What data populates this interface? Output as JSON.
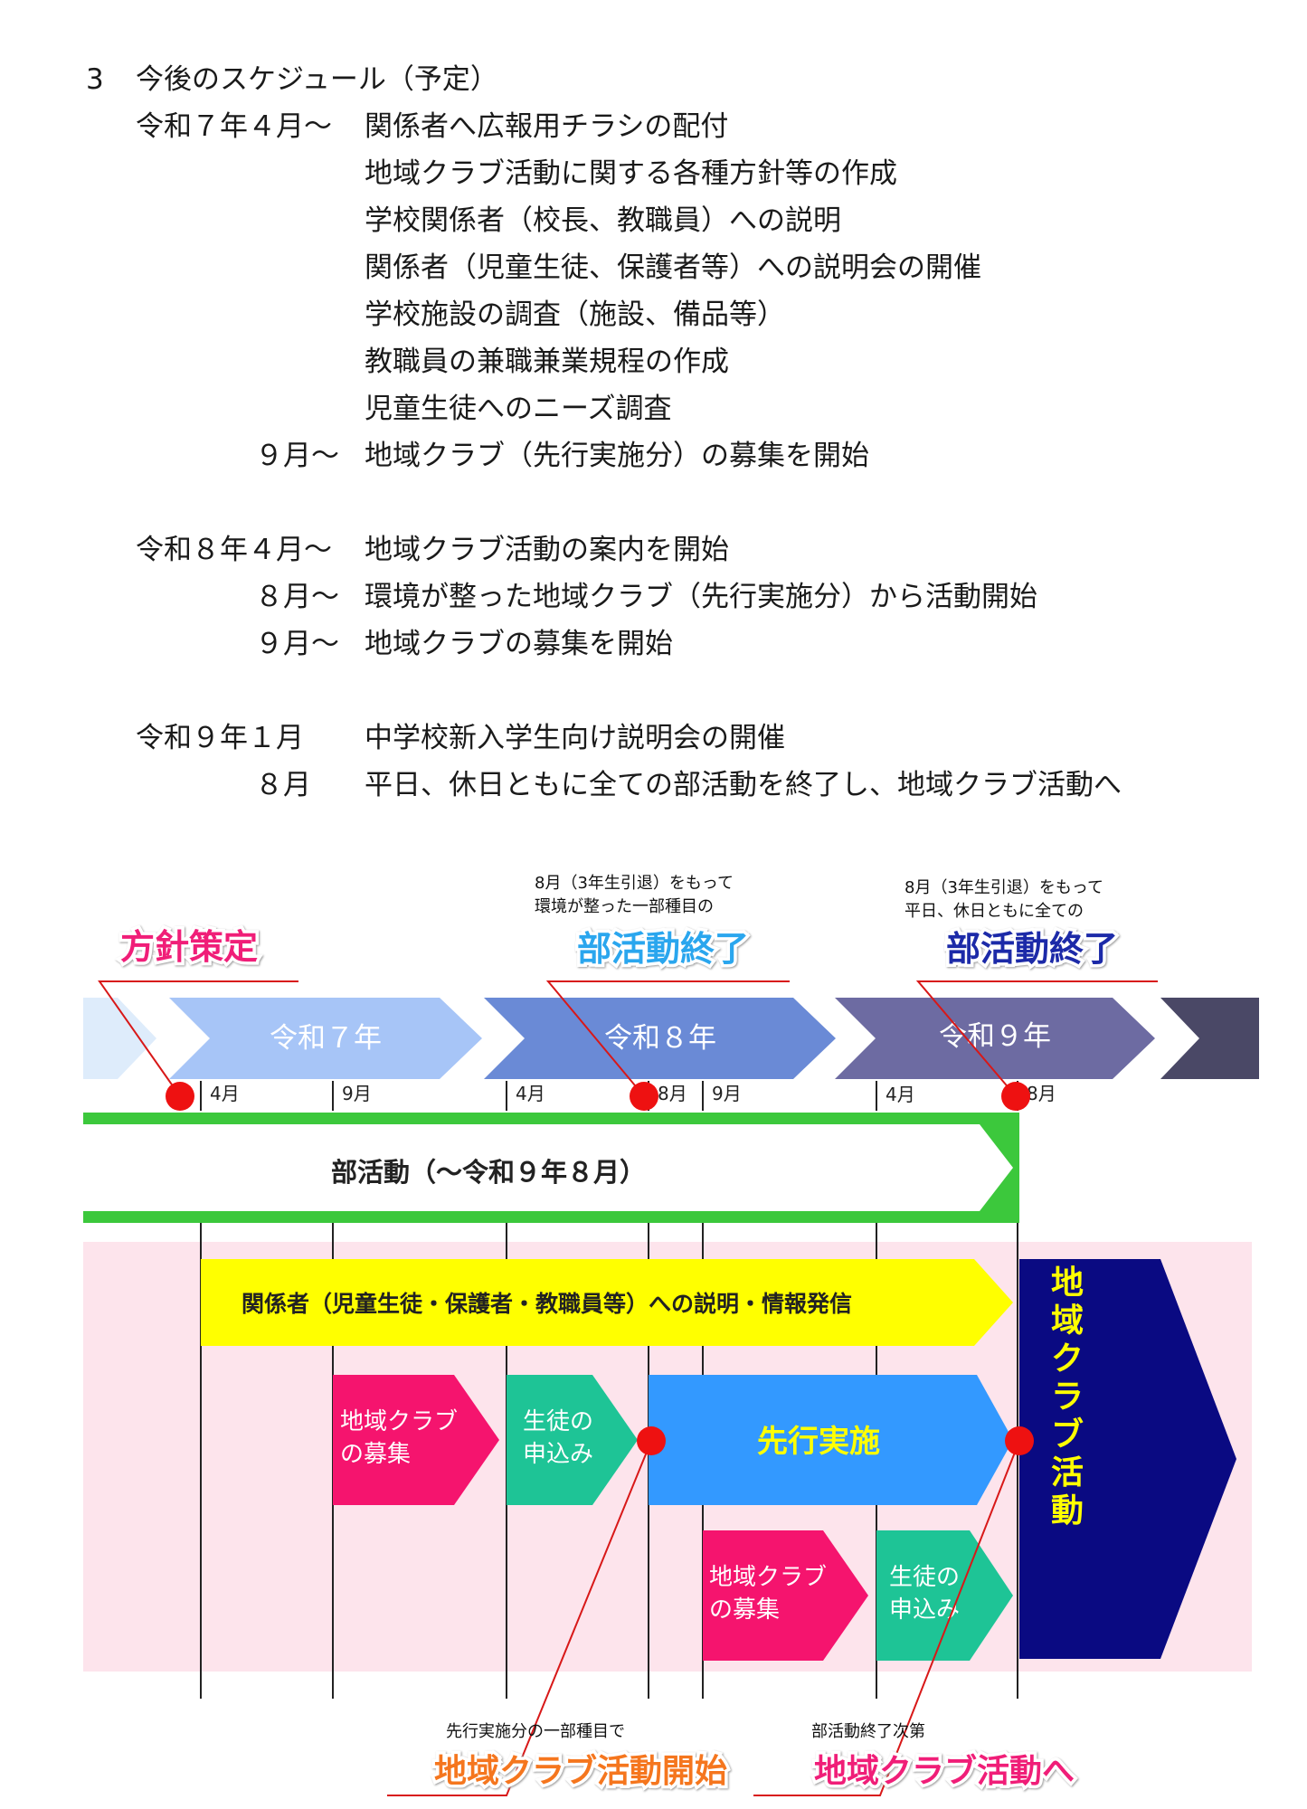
{
  "schedule": {
    "heading_num": "3",
    "heading": "今後のスケジュール（予定）",
    "r7_apr": "令和７年４月～",
    "r7_apr_items": [
      "関係者へ広報用チラシの配付",
      "地域クラブ活動に関する各種方針等の作成",
      "学校関係者（校長、教職員）への説明",
      "関係者（児童生徒、保護者等）への説明会の開催",
      "学校施設の調査（施設、備品等）",
      "教職員の兼職兼業規程の作成",
      "児童生徒へのニーズ調査"
    ],
    "r7_sep": "９月～",
    "r7_sep_item": "地域クラブ（先行実施分）の募集を開始",
    "r8_apr": "令和８年４月～",
    "r8_apr_item": "地域クラブ活動の案内を開始",
    "r8_aug": "８月～",
    "r8_aug_item": "環境が整った地域クラブ（先行実施分）から活動開始",
    "r8_sep": "９月～",
    "r8_sep_item": "地域クラブの募集を開始",
    "r9_jan": "令和９年１月",
    "r9_jan_item": "中学校新入学生向け説明会の開催",
    "r9_aug": "８月",
    "r9_aug_item": "平日、休日ともに全ての部活動を終了し、地域クラブ活動へ"
  },
  "diagram": {
    "policy_label": "方針策定",
    "note1_line1": "8月（3年生引退）をもって",
    "note1_line2": "環境が整った一部種目の",
    "end1_label": "部活動終了",
    "note2_line1": "8月（3年生引退）をもって",
    "note2_line2": "平日、休日ともに全ての",
    "end2_label": "部活動終了",
    "years": [
      "令和７年",
      "令和８年",
      "令和９年"
    ],
    "months": [
      "4月",
      "9月",
      "4月",
      "8月",
      "9月",
      "4月",
      "8月"
    ],
    "bukatsu": "部活動（～令和９年８月）",
    "info_bar": "関係者（児童生徒・保護者・教職員等）への説明・情報発信",
    "recruit1_l1": "地域クラブ",
    "recruit1_l2": "の募集",
    "apply1_l1": "生徒の",
    "apply1_l2": "申込み",
    "pilot": "先行実施",
    "recruit2_l1": "地域クラブ",
    "recruit2_l2": "の募集",
    "apply2_l1": "生徒の",
    "apply2_l2": "申込み",
    "club_activity": "地域クラブ活動",
    "bottom_note1": "先行実施分の一部種目で",
    "bottom_label1": "地域クラブ活動開始",
    "bottom_note2": "部活動終了次第",
    "bottom_label2": "地域クラブ活動へ",
    "colors": {
      "year_arrow_1": "#a7c5f7",
      "year_arrow_2": "#6a8ad6",
      "year_arrow_3": "#6d6ba2",
      "year_arrow_4": "#4a4866",
      "green_bar": "#3cc83c",
      "pink_bg": "#fde4ec",
      "yellow_bar": "#ffff00",
      "magenta": "#f5146e",
      "teal": "#1ec496",
      "blue": "#3399ff",
      "navy": "#0a0a82",
      "red_dot": "#ee1111"
    }
  }
}
